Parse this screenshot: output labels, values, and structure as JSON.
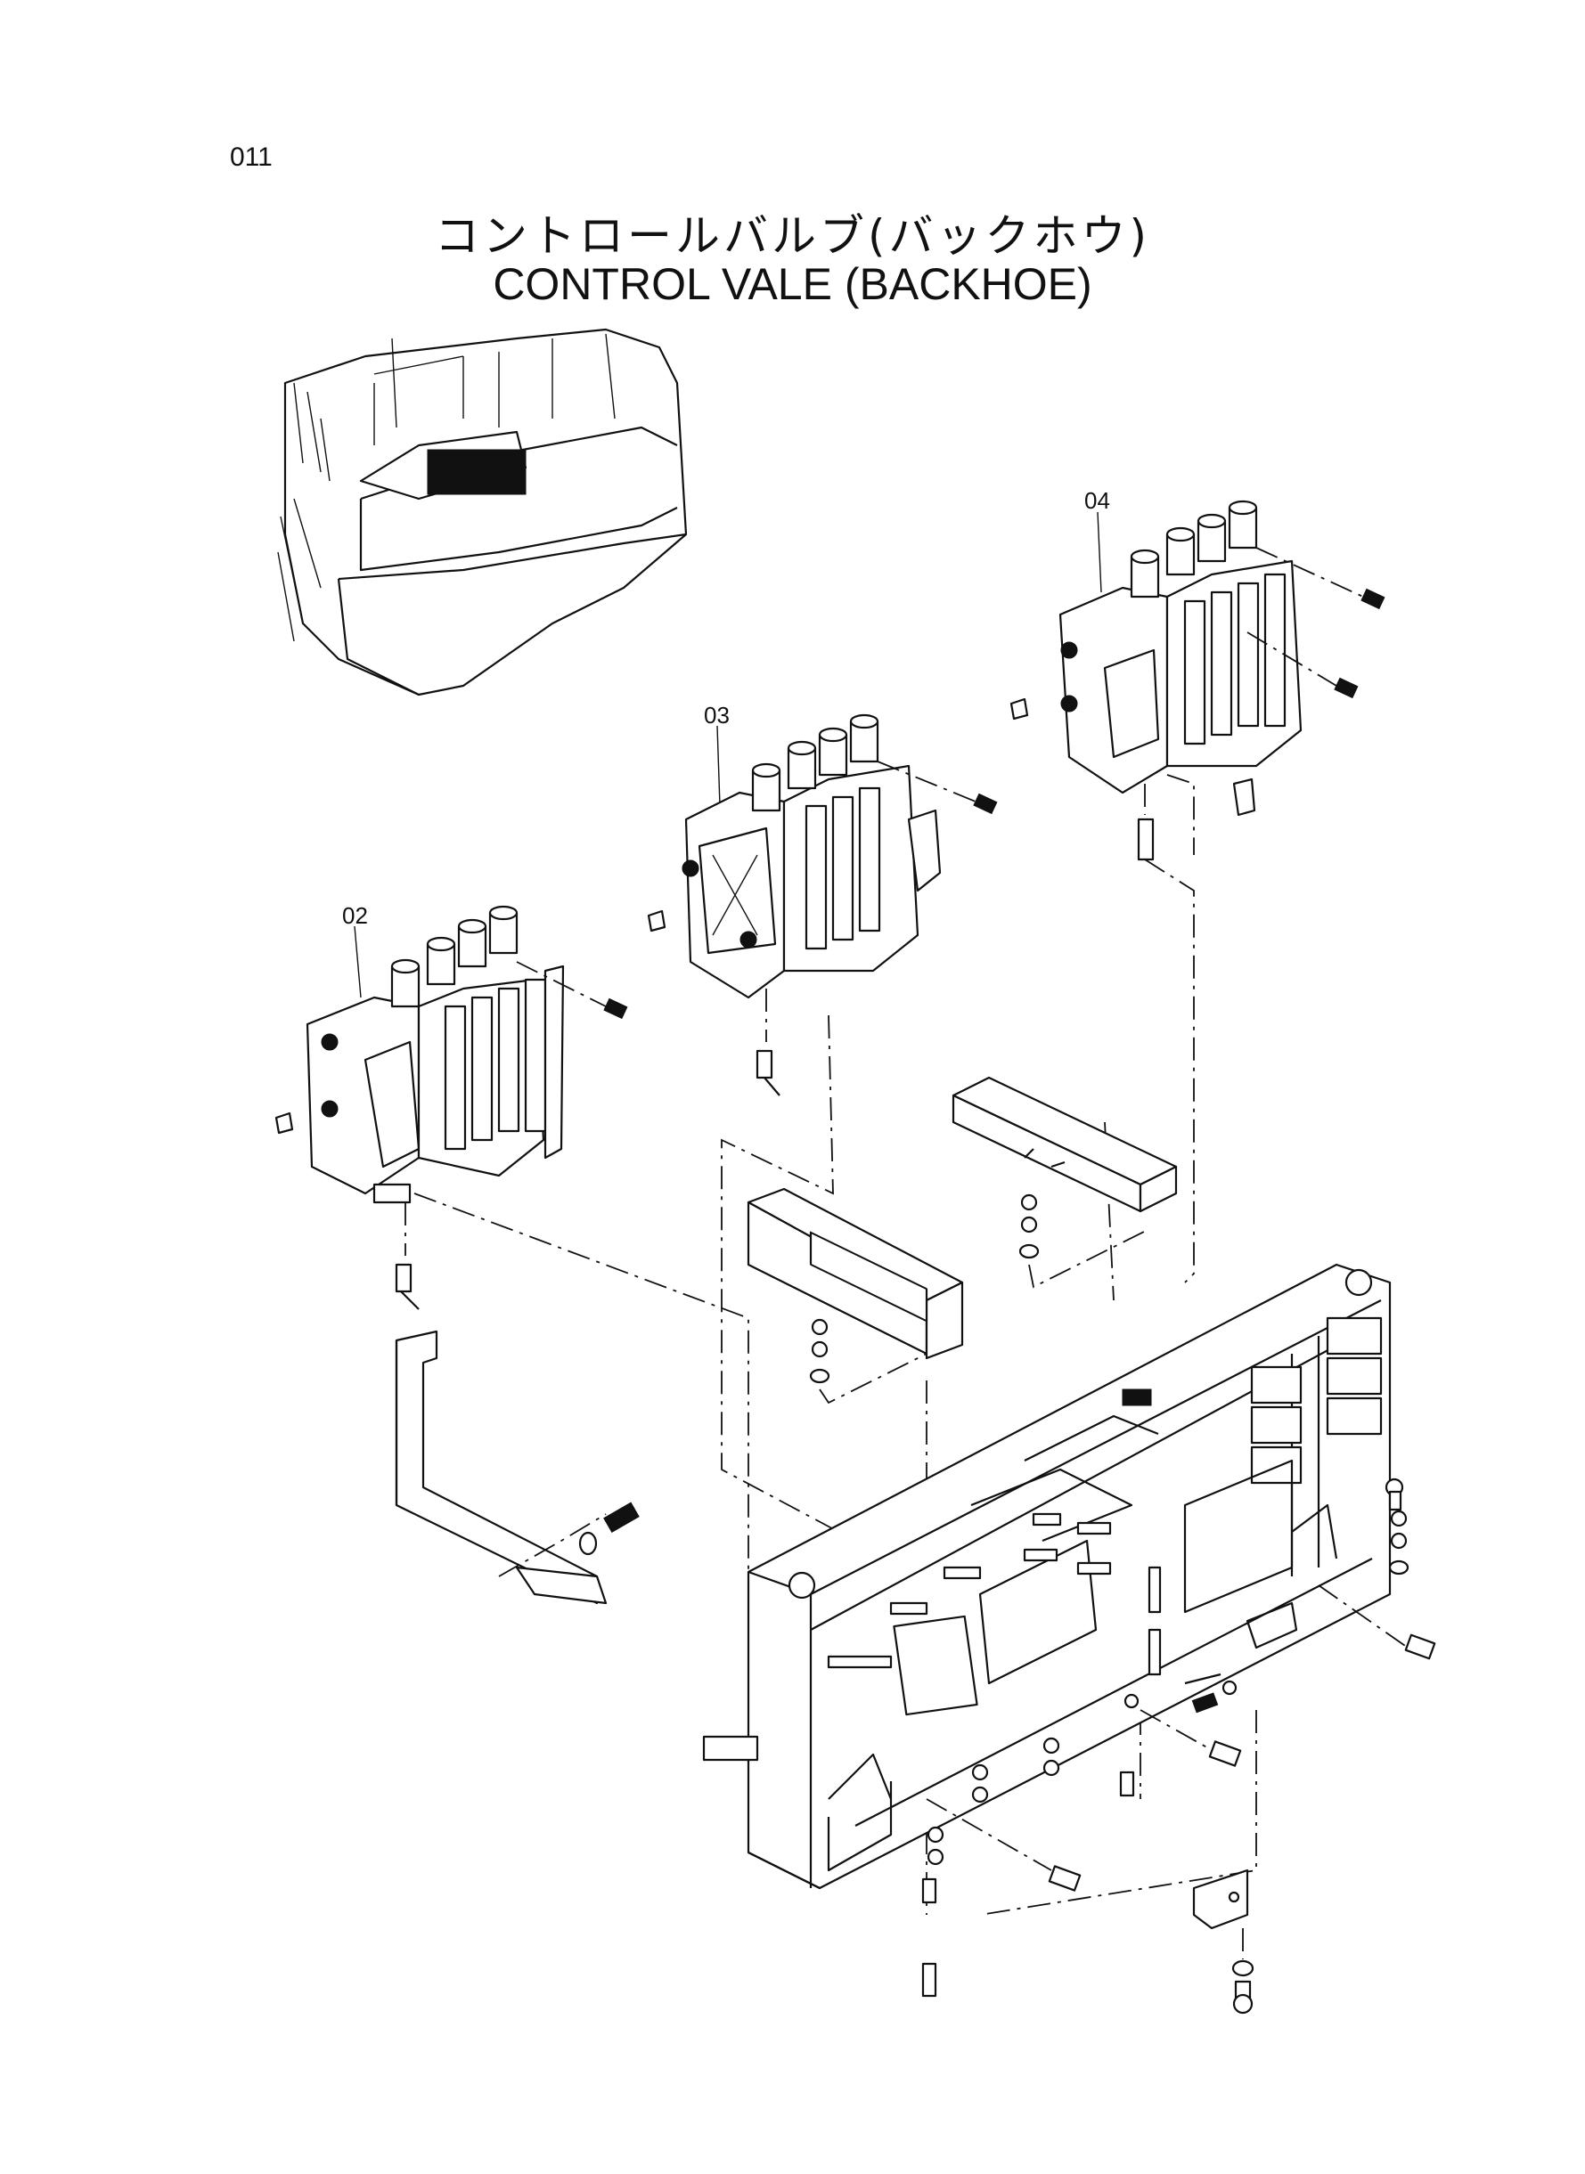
{
  "page_number": "011",
  "title_jp": "コントロールバルブ(バックホウ)",
  "title_en": "CONTROL  VALE (BACKHOE)",
  "callouts": {
    "valve_02": "02",
    "valve_03": "03",
    "valve_04": "04"
  }
}
